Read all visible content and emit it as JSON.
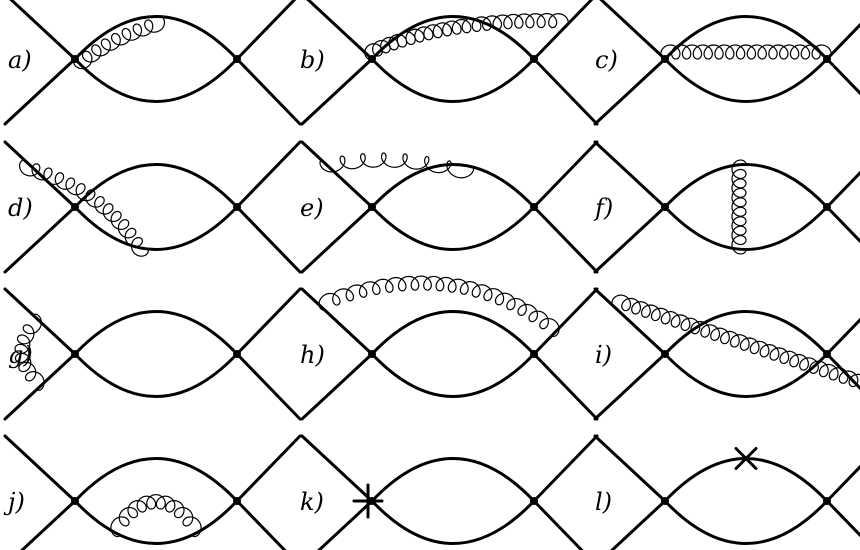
{
  "diagrams": [
    {
      "label": "a)",
      "gluon": "vertex-to-upper-arc"
    },
    {
      "label": "b)",
      "gluon": "vertex-to-outgoing-leg"
    },
    {
      "label": "c)",
      "gluon": "vertex-to-vertex"
    },
    {
      "label": "d)",
      "gluon": "incoming-leg-to-lower-arc"
    },
    {
      "label": "e)",
      "gluon": "incoming-leg-to-upper-arc"
    },
    {
      "label": "f)",
      "gluon": "upper-arc-to-lower-arc"
    },
    {
      "label": "g)",
      "gluon": "incoming-leg-to-incoming-leg"
    },
    {
      "label": "h)",
      "gluon": "incoming-leg-to-outgoing-leg"
    },
    {
      "label": "i)",
      "gluon": "incoming-leg-to-outgoing-leg-crossed"
    },
    {
      "label": "j)",
      "gluon": "lower-arc-self-energy"
    },
    {
      "label": "k)",
      "insertion": "vertex-cross"
    },
    {
      "label": "l)",
      "insertion": "arc-cross"
    }
  ]
}
